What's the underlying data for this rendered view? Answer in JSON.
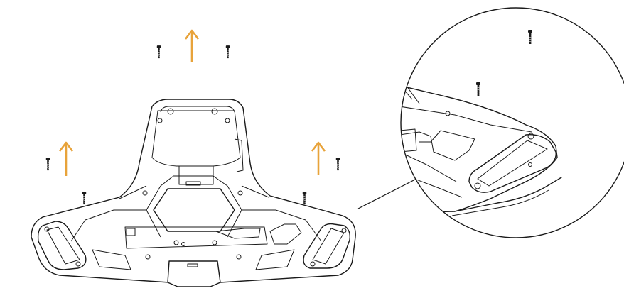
{
  "diagram": {
    "kind": "exploded-assembly",
    "accent_color": "#e8a33a",
    "ink_color": "#1a1a1a",
    "screw_count_main": 6,
    "screw_count_detail": 2,
    "arrow_count": 3,
    "arrow_direction": "up",
    "icons": {
      "arrow": "arrow-up-icon",
      "screw": "screw-icon"
    }
  }
}
